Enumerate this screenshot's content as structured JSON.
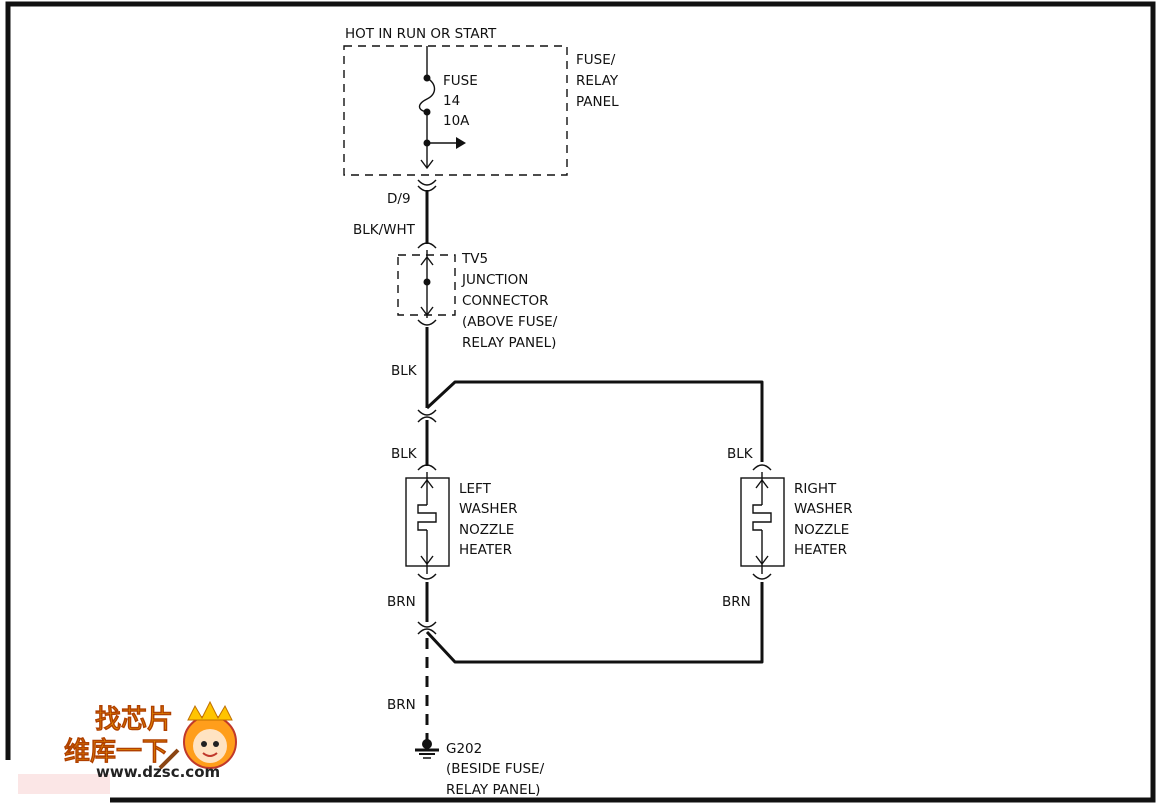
{
  "supply_label": "HOT IN RUN OR START",
  "fuse": {
    "line1": "FUSE",
    "line2": "14",
    "line3": "10A"
  },
  "fuse_panel": {
    "line1": "FUSE/",
    "line2": "RELAY",
    "line3": "PANEL"
  },
  "connector_d9": "D/9",
  "wire_blk_wht": "BLK/WHT",
  "junction": {
    "line1": "TV5",
    "line2": "JUNCTION",
    "line3": "CONNECTOR",
    "line4": "(ABOVE FUSE/",
    "line5": "RELAY PANEL)"
  },
  "wire_blk_1": "BLK",
  "wire_blk_2": "BLK",
  "wire_blk_right": "BLK",
  "left_heater": {
    "line1": "LEFT",
    "line2": "WASHER",
    "line3": "NOZZLE",
    "line4": "HEATER"
  },
  "right_heater": {
    "line1": "RIGHT",
    "line2": "WASHER",
    "line3": "NOZZLE",
    "line4": "HEATER"
  },
  "wire_brn_left": "BRN",
  "wire_brn_right": "BRN",
  "wire_brn_ground": "BRN",
  "ground": {
    "line1": "G202",
    "line2": "(BESIDE FUSE/",
    "line3": "RELAY PANEL)"
  },
  "watermark": {
    "title": "维库一下",
    "url": "www.dzsc.com",
    "badge": "找芯片"
  }
}
